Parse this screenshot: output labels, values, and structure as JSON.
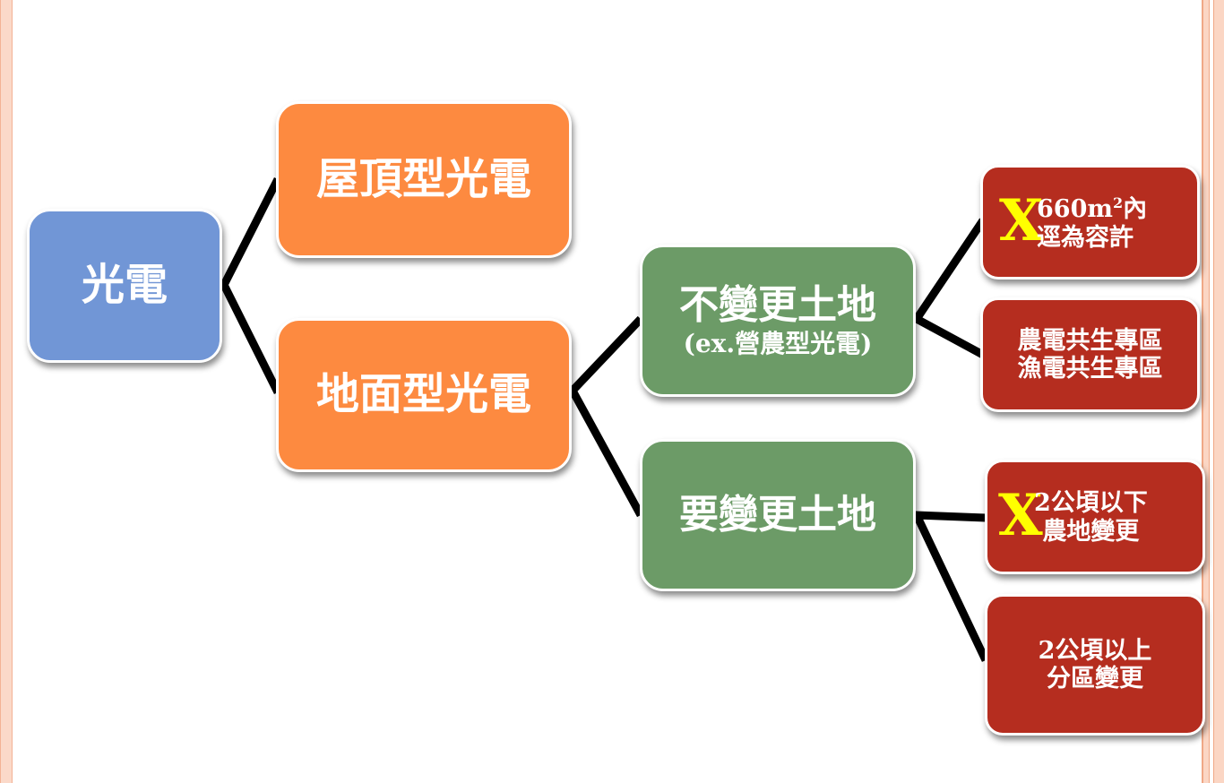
{
  "root": {
    "label": "光電"
  },
  "level1": [
    {
      "label": "屋頂型光電"
    },
    {
      "label": "地面型光電"
    }
  ],
  "level2": [
    {
      "label": "不變更土地",
      "sub": "(ex.營農型光電)"
    },
    {
      "label": "要變更土地"
    }
  ],
  "level3": [
    {
      "mark": "X",
      "line1_num": "660m",
      "line1_sup": "2",
      "line1_tail": "內",
      "line2": "逕為容許"
    },
    {
      "line1": "農電共生專區",
      "line2": "漁電共生專區"
    },
    {
      "mark": "X",
      "line1": "2公頃以下",
      "line2": "農地變更"
    },
    {
      "line1": "2公頃以上",
      "line2": "分區變更"
    }
  ],
  "colors": {
    "root": "#7196d6",
    "level1": "#fd8a40",
    "level2": "#6c9b67",
    "level3": "#b52d1f",
    "mark": "#ffff00",
    "connector": "#000000"
  }
}
